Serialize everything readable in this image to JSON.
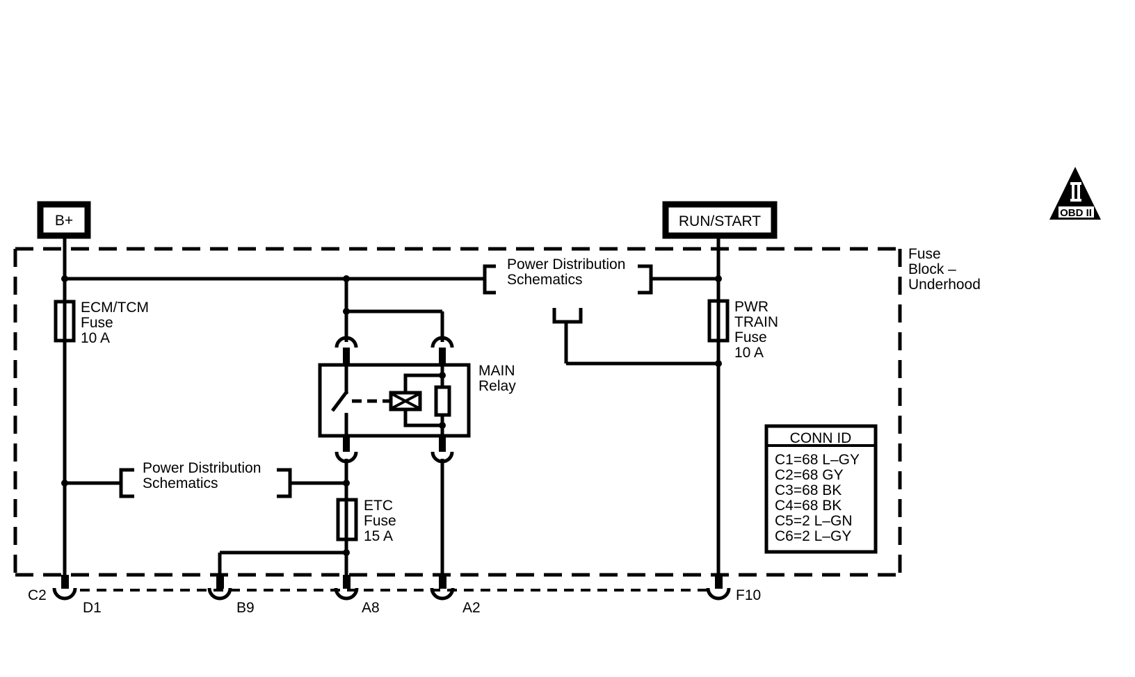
{
  "colors": {
    "ink": "#000000",
    "paper": "#ffffff"
  },
  "power_sources": {
    "battery": "B+",
    "ignition": "RUN/START"
  },
  "module": {
    "name_lines": [
      "Fuse",
      "Block –",
      "Underhood"
    ]
  },
  "fuses": {
    "ecm_tcm": {
      "lines": [
        "ECM/TCM",
        "Fuse",
        "10 A"
      ]
    },
    "pwr_train": {
      "lines": [
        "PWR",
        "TRAIN",
        "Fuse",
        "10 A"
      ]
    },
    "etc": {
      "lines": [
        "ETC",
        "Fuse",
        "15 A"
      ]
    }
  },
  "relay": {
    "lines": [
      "MAIN",
      "Relay"
    ]
  },
  "references": {
    "upper": {
      "lines": [
        "Power Distribution",
        "Schematics"
      ]
    },
    "lower": {
      "lines": [
        "Power Distribution",
        "Schematics"
      ]
    }
  },
  "connectors": {
    "connector_label": "C2",
    "pins": [
      "D1",
      "B9",
      "A8",
      "A2",
      "F10"
    ]
  },
  "conn_id": {
    "title": "CONN ID",
    "rows": [
      "C1=68 L–GY",
      "C2=68 GY",
      "C3=68 BK",
      "C4=68 BK",
      "C5=2 L–GN",
      "C6=2 L–GY"
    ]
  },
  "badge": {
    "numeral": "II",
    "text": "OBD II",
    "icon": "obd-ii-triangle-icon"
  }
}
